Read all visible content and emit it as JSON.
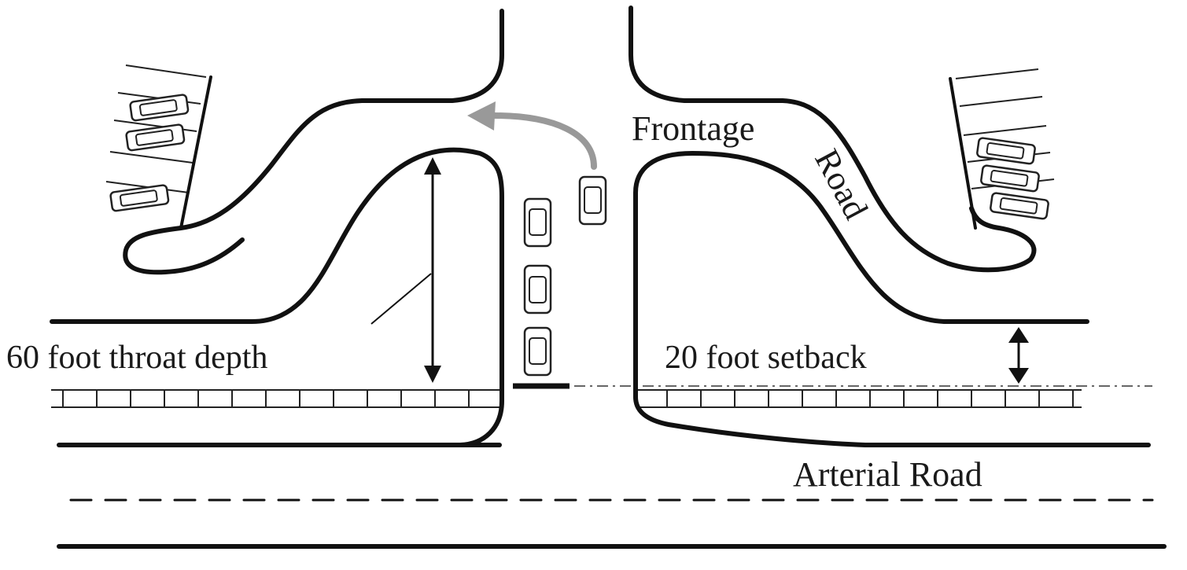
{
  "labels": {
    "frontage_road_1": "Frontage",
    "frontage_road_2": "Road",
    "throat_depth": "60 foot throat depth",
    "setback": "20 foot setback",
    "arterial_road": "Arterial Road"
  },
  "colors": {
    "line": "#111111",
    "turn_arrow": "#999999",
    "background": "#ffffff"
  }
}
